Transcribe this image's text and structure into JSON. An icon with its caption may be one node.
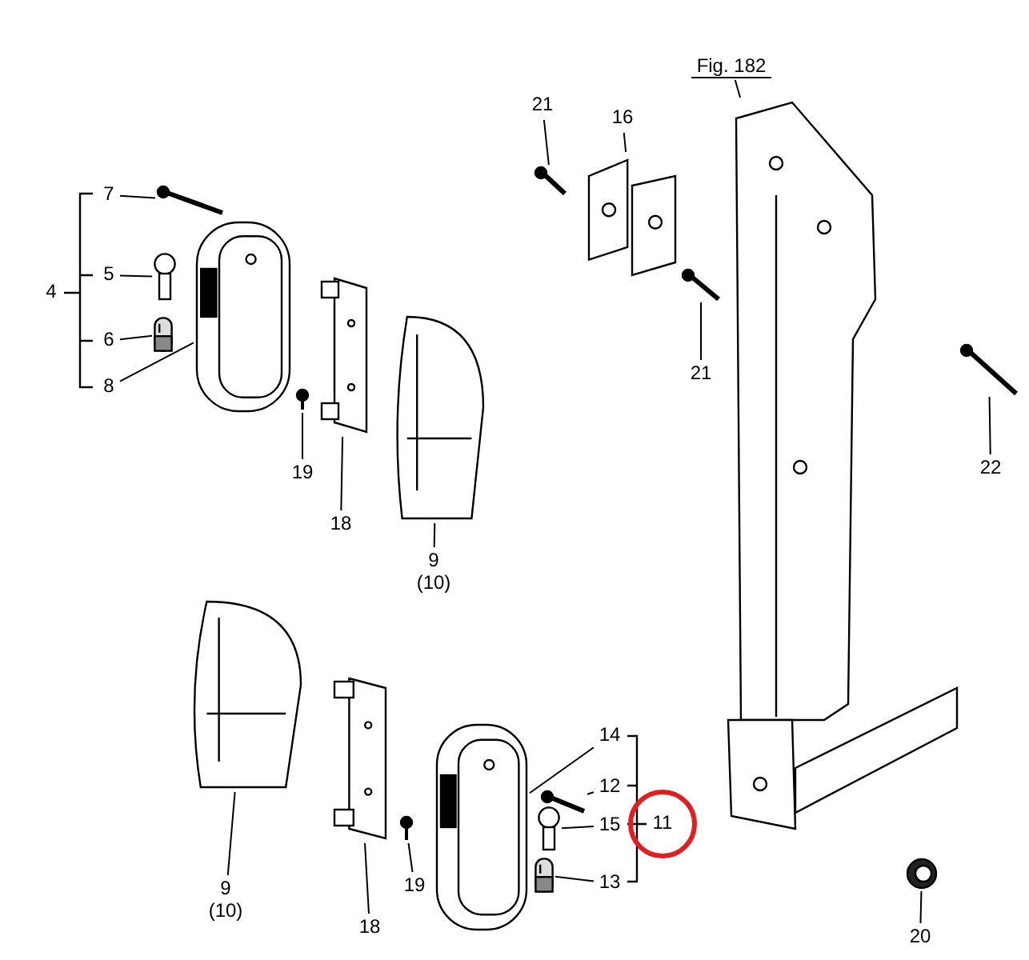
{
  "diagram": {
    "nodes": [
      {
        "text": [
          "7"
        ]
      },
      {
        "text": [],
        "shape": "picture"
      },
      {
        "text": [
          "5"
        ]
      },
      {
        "text": [],
        "shape": "picture"
      },
      {
        "text": [
          "6"
        ]
      },
      {
        "text": [],
        "shape": "picture"
      },
      {
        "text": [
          "8"
        ]
      },
      {
        "text": [],
        "shape": "picture"
      },
      {
        "text": [],
        "shape": "picture"
      },
      {
        "text": [
          "19"
        ]
      },
      {
        "text": [],
        "shape": "picture"
      },
      {
        "text": [
          "18"
        ]
      },
      {
        "text": [],
        "shape": "picture"
      },
      {
        "text": [
          "9 (10)"
        ]
      },
      {
        "text": [
          "21"
        ]
      },
      {
        "text": [],
        "shape": "picture"
      },
      {
        "text": [
          "16"
        ]
      },
      {
        "text": [],
        "shape": "picture"
      },
      {
        "text": [],
        "shape": "picture"
      },
      {
        "text": [
          "21"
        ]
      },
      {
        "text": [
          "Fig. 182"
        ]
      },
      {
        "text": [],
        "shape": "picture"
      },
      {
        "text": [],
        "shape": "picture"
      },
      {
        "text": [
          "22"
        ]
      },
      {
        "text": [],
        "shape": "picture"
      },
      {
        "text": [
          "9 (10)"
        ]
      },
      {
        "text": [],
        "shape": "picture"
      },
      {
        "text": [],
        "shape": "picture"
      },
      {
        "text": [
          "19"
        ]
      },
      {
        "text": [
          "18"
        ]
      },
      {
        "text": [],
        "shape": "picture"
      },
      {
        "text": [
          "14"
        ]
      },
      {
        "text": [],
        "shape": "picture"
      },
      {
        "text": [
          "12"
        ]
      },
      {
        "text": [],
        "shape": "picture"
      },
      {
        "text": [
          "15"
        ]
      },
      {
        "text": [],
        "shape": "picture"
      },
      {
        "text": [
          "13"
        ]
      },
      {
        "text": [],
        "shape": "picture"
      },
      {
        "text": [
          "20"
        ]
      }
    ],
    "edges": [
      {
        "from": 0,
        "to": 1,
        "arrow": "none"
      },
      {
        "from": 2,
        "to": 3,
        "arrow": "none"
      },
      {
        "from": 4,
        "to": 5,
        "arrow": "none"
      },
      {
        "from": 6,
        "to": 7,
        "arrow": "none"
      },
      {
        "from": 9,
        "to": 10,
        "arrow": "none"
      },
      {
        "from": 11,
        "to": 8,
        "arrow": "none"
      },
      {
        "from": 13,
        "to": 12,
        "arrow": "none"
      },
      {
        "from": 14,
        "to": 15,
        "arrow": "none"
      },
      {
        "from": 16,
        "to": 17,
        "arrow": "none"
      },
      {
        "from": 19,
        "to": 18,
        "arrow": "none"
      },
      {
        "from": 20,
        "to": 21,
        "arrow": "none"
      },
      {
        "from": 23,
        "to": 22,
        "arrow": "none"
      },
      {
        "from": 25,
        "to": 24,
        "arrow": "none"
      },
      {
        "from": 28,
        "to": 27,
        "arrow": "none"
      },
      {
        "from": 29,
        "to": 26,
        "arrow": "none"
      },
      {
        "from": 31,
        "to": 30,
        "arrow": "none"
      },
      {
        "from": 33,
        "to": 32,
        "arrow": "none"
      },
      {
        "from": 35,
        "to": 34,
        "arrow": "none"
      },
      {
        "from": 37,
        "to": 36,
        "arrow": "none"
      },
      {
        "from": 39,
        "to": 38,
        "arrow": "none"
      }
    ],
    "labels": [
      "4",
      "11"
    ]
  }
}
